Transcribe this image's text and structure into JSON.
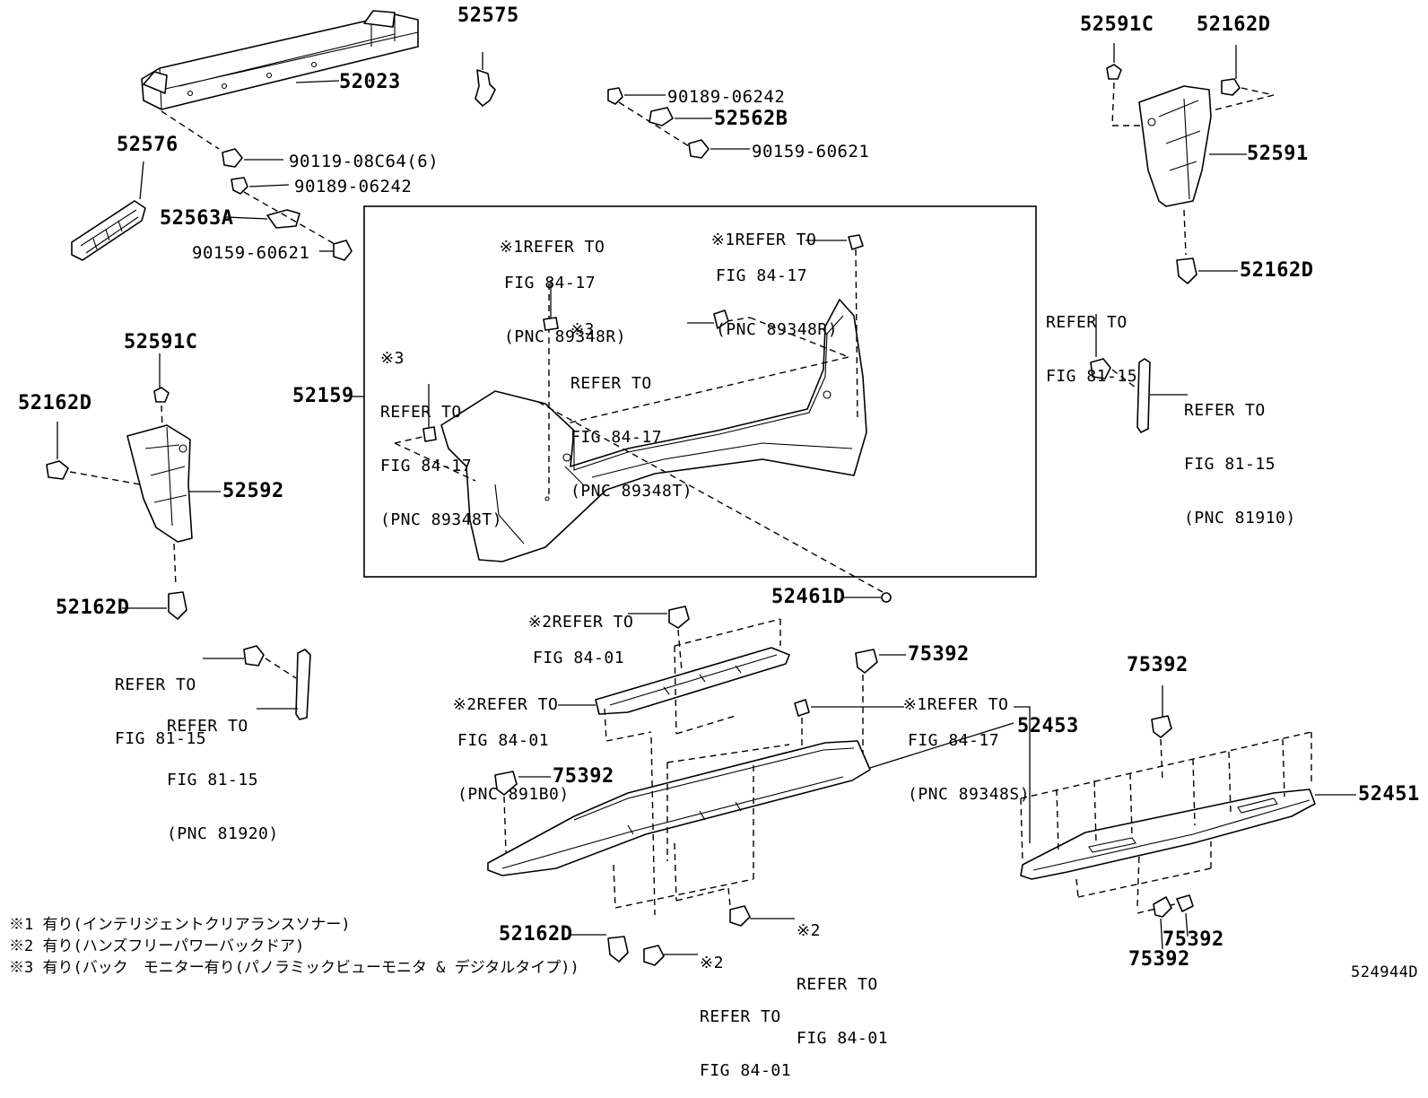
{
  "parts": {
    "p52023": "52023",
    "p52575": "52575",
    "p52576": "52576",
    "p52563A": "52563A",
    "p52562B": "52562B",
    "p52159": "52159",
    "p52591C_top": "52591C",
    "p52162D_top": "52162D",
    "p52591": "52591",
    "p52162D_right": "52162D",
    "p52591C_left": "52591C",
    "p52162D_left": "52162D",
    "p52592": "52592",
    "p52162D_low": "52162D",
    "p52461D": "52461D",
    "p75392_a": "75392",
    "p75392_b": "75392",
    "p75392_c": "75392",
    "p75392_d": "75392",
    "p75392_e": "75392",
    "p52453": "52453",
    "p52451": "52451",
    "p52162D_bottom": "52162D",
    "p90119": "90119-08C64(6)",
    "p90189_a": "90189-06242",
    "p90189_b": "90189-06242",
    "p90159_a": "90159-60621",
    "p90159_b": "90159-60621",
    "diagram_code": "524944D"
  },
  "refs": {
    "r1": {
      "mark": "※1",
      "l1": "REFER TO",
      "l2": "FIG 84-17",
      "l3": "(PNC 89348R)"
    },
    "r2": {
      "mark": "※1",
      "l1": "REFER TO",
      "l2": "FIG 84-17",
      "l3": "(PNC 89348R)"
    },
    "r3": {
      "mark": "※3",
      "l1": "REFER TO",
      "l2": "FIG 84-17",
      "l3": "(PNC 89348T)"
    },
    "r4": {
      "mark": "※3",
      "l1": "REFER TO",
      "l2": "FIG 84-17",
      "l3": "(PNC 89348T)"
    },
    "r5": {
      "l1": "REFER TO",
      "l2": "FIG 81-15"
    },
    "r6": {
      "l1": "REFER TO",
      "l2": "FIG 81-15",
      "l3": "(PNC 81910)"
    },
    "r7": {
      "l1": "REFER TO",
      "l2": "FIG 81-15"
    },
    "r8": {
      "l1": "REFER TO",
      "l2": "FIG 81-15",
      "l3": "(PNC 81920)"
    },
    "r9": {
      "mark": "※2",
      "l1": "REFER TO",
      "l2": "FIG 84-01"
    },
    "r10": {
      "mark": "※2",
      "l1": "REFER TO",
      "l2": "FIG 84-01",
      "l3": "(PNC 891B0)"
    },
    "r11": {
      "mark": "※1",
      "l1": "REFER TO",
      "l2": "FIG 84-17",
      "l3": "(PNC 89348S)"
    },
    "r12": {
      "mark": "※2",
      "l1": "REFER TO",
      "l2": "FIG 84-01"
    },
    "r13": {
      "mark": "※2",
      "l1": "REFER TO",
      "l2": "FIG 84-01"
    }
  },
  "notes": [
    "※1 有り(インテリジェントクリアランスソナー)",
    "※2 有り(ハンズフリーパワーバックドア)",
    "※3 有り(バック　モニター有り(パノラミックビューモニタ & デジタルタイプ))"
  ]
}
